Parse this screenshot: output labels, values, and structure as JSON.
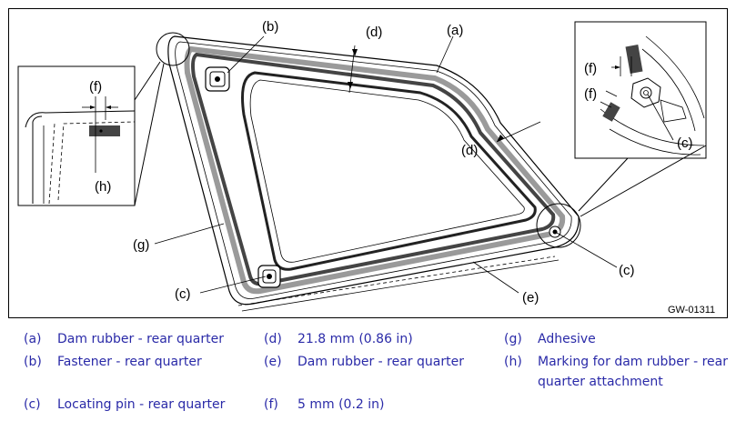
{
  "figure": {
    "code": "GW-01311",
    "callouts": {
      "a": "(a)",
      "b": "(b)",
      "c": "(c)",
      "d": "(d)",
      "e": "(e)",
      "f": "(f)",
      "g": "(g)",
      "h": "(h)"
    }
  },
  "legend": [
    {
      "key": "(a)",
      "text": "Dam rubber - rear quarter"
    },
    {
      "key": "(b)",
      "text": "Fastener - rear quarter"
    },
    {
      "key": "(c)",
      "text": "Locating pin - rear quarter"
    },
    {
      "key": "(d)",
      "text": "21.8 mm (0.86 in)"
    },
    {
      "key": "(e)",
      "text": "Dam rubber - rear quarter"
    },
    {
      "key": "(f)",
      "text": "5 mm (0.2 in)"
    },
    {
      "key": "(g)",
      "text": "Adhesive"
    },
    {
      "key": "(h)",
      "text": "Marking for dam rubber - rear quarter attachment"
    }
  ]
}
